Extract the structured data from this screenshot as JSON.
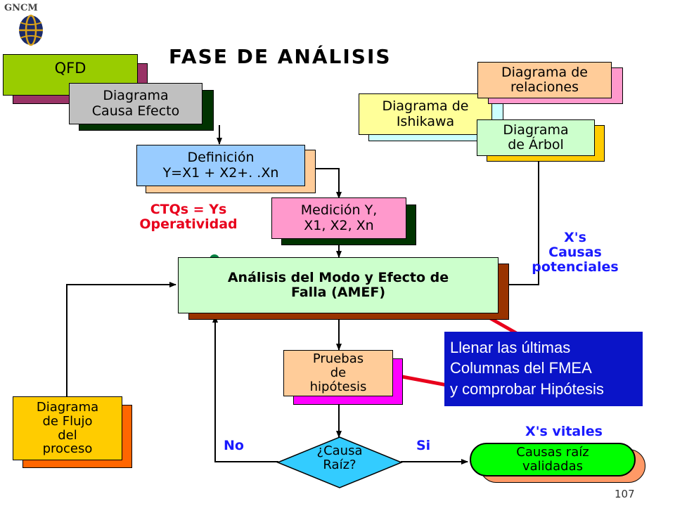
{
  "logo": {
    "text": "GNCM",
    "icon": "globe-icon"
  },
  "title": "FASE DE ANÁLISIS",
  "boxes": {
    "qfd": {
      "label": "QFD",
      "fill": "#99cc00",
      "shadow": "#993366"
    },
    "causa_efecto": {
      "line1": "Diagrama",
      "line2": "Causa Efecto",
      "fill": "#c0c0c0",
      "shadow": "#003300"
    },
    "definicion": {
      "line1": "Definición",
      "line2": "Y=X1 + X2+. .Xn",
      "fill": "#99ccff",
      "shadow": "#ffcc99"
    },
    "medicion": {
      "line1": "Medición Y,",
      "line2": "X1, X2, Xn",
      "fill": "#ff99cc",
      "shadow": "#003300"
    },
    "amef": {
      "line1": "Análisis del Modo y Efecto de",
      "line2": "Falla (AMEF)",
      "fill": "#ccffcc",
      "shadow": "#993300"
    },
    "pruebas": {
      "line1": "Pruebas",
      "line2": "de",
      "line3": "hipótesis",
      "fill": "#ffcc99",
      "shadow": "#ff00ff"
    },
    "flujo": {
      "line1": "Diagrama",
      "line2": "de Flujo",
      "line3": "del",
      "line4": "proceso",
      "fill": "#ffcc00",
      "shadow": "#ff6600"
    },
    "relaciones": {
      "line1": "Diagrama de",
      "line2": "relaciones",
      "fill": "#ffcc99",
      "shadow": "#ff99cc"
    },
    "ishikawa": {
      "line1": "Diagrama de",
      "line2": "Ishikawa",
      "fill": "#ffff99",
      "shadow": "#ccffff"
    },
    "arbol": {
      "line1": "Diagrama",
      "line2": "de Árbol",
      "fill": "#ccffcc",
      "shadow": "#ffcc00"
    },
    "causa_raiz": {
      "line1": "¿Causa",
      "line2": "Raíz?",
      "fill": "#33ccff"
    },
    "validadas": {
      "line1": "Causas raíz",
      "line2": "validadas",
      "fill": "#00ff00",
      "shadow": "#ff9966"
    }
  },
  "labels": {
    "ctqs_line1": "CTQs = Ys",
    "ctqs_line2": "Operatividad",
    "xs_line1": "X's",
    "xs_line2": "Causas",
    "xs_line3": "potenciales",
    "xs_vitales": "X's vitales",
    "no": "No",
    "si": "Si"
  },
  "info": {
    "line1": "Llenar las últimas",
    "line2": "Columnas del FMEA",
    "line3": "y comprobar Hipótesis"
  },
  "page_number": "107",
  "colors": {
    "red": "#e8001c",
    "blue": "#1a1aff",
    "info_bg": "#0a14c8"
  }
}
